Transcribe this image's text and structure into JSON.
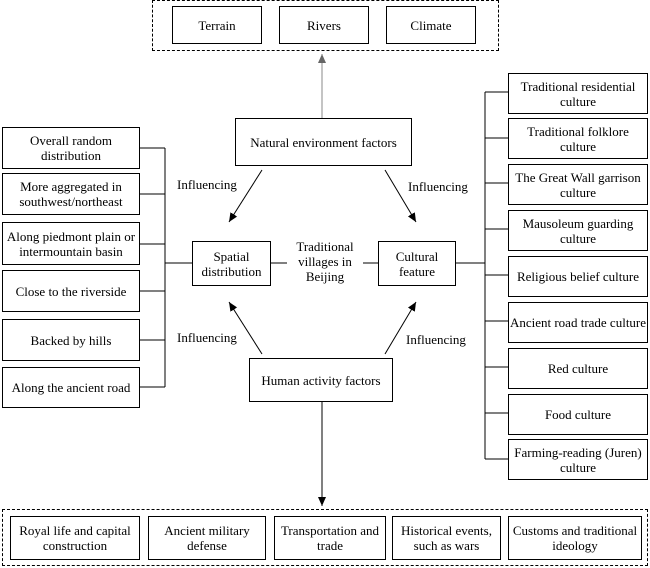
{
  "natural_factors": [
    "Terrain",
    "Rivers",
    "Climate"
  ],
  "natural_title": "Natural environment factors",
  "human_title": "Human activity factors",
  "center": "Traditional villages in Beijing",
  "spatial": "Spatial distribution",
  "cultural": "Cultural feature",
  "influencing": "Influencing",
  "spatial_items": [
    "Overall random distribution",
    "More aggregated in southwest/northeast",
    "Along piedmont plain or intermountain basin",
    "Close to the riverside",
    "Backed by hills",
    "Along the ancient road"
  ],
  "cultural_items": [
    "Traditional residential culture",
    "Traditional folklore culture",
    "The Great Wall garrison culture",
    "Mausoleum guarding culture",
    "Religious belief culture",
    "Ancient road trade culture",
    "Red culture",
    "Food culture",
    "Farming-reading (Juren) culture"
  ],
  "human_factors": [
    "Royal life and capital construction",
    "Ancient military defense",
    "Transportation and trade",
    "Historical events, such as wars",
    "Customs and traditional ideology"
  ]
}
